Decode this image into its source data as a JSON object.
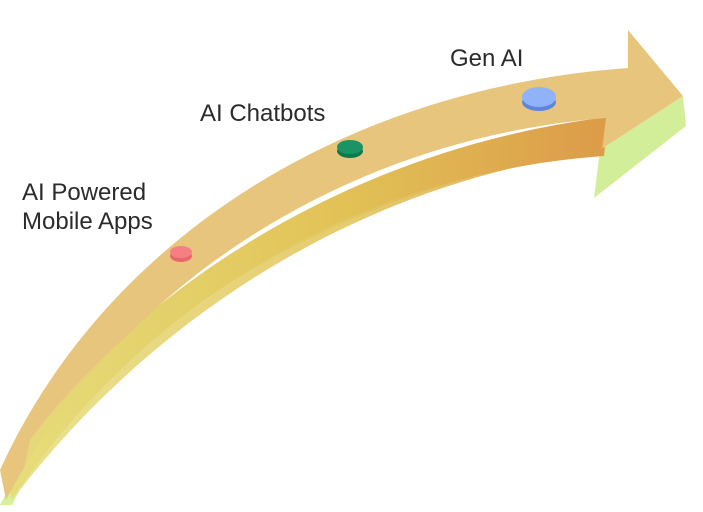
{
  "milestones": [
    {
      "label_line1": "AI Powered",
      "label_line2": "Mobile Apps",
      "marker_color": "#f57f82",
      "marker_shade": "#e9676b"
    },
    {
      "label": "AI Chatbots",
      "marker_color": "#1a9464",
      "marker_shade": "#0d7a4e"
    },
    {
      "label": "Gen AI",
      "marker_color": "#8fb2f8",
      "marker_shade": "#5f86de"
    }
  ],
  "colors": {
    "arrow_top": "#e7c47b",
    "arrow_mid_yellow": "#e3d46a",
    "arrow_mid_orange": "#dea24d",
    "arrow_side": "#d5ef9c",
    "arrow_side_edge": "#c3e486",
    "text": "#2b2b2b"
  }
}
